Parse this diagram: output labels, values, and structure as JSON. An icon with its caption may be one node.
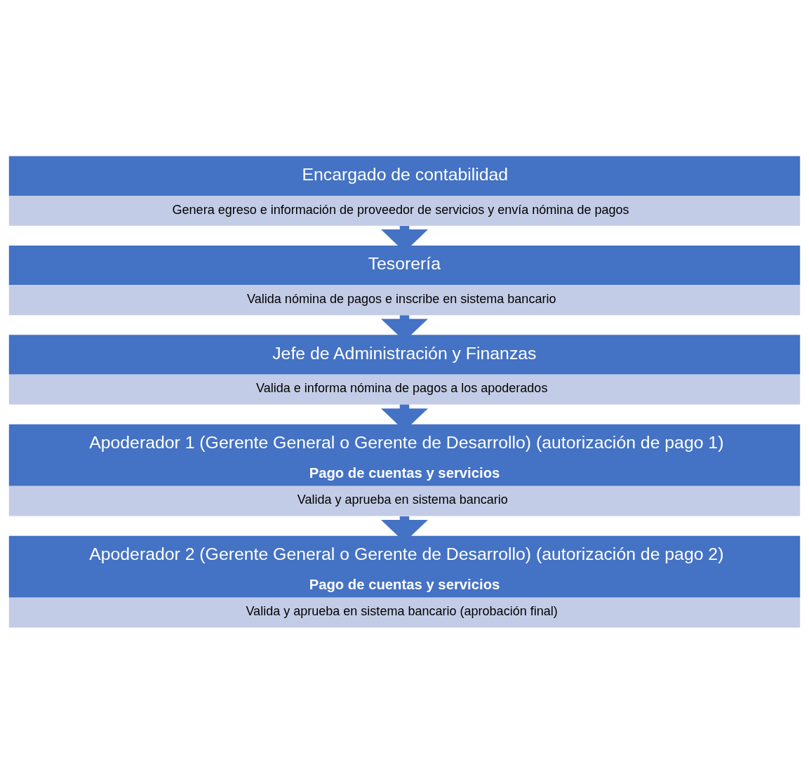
{
  "diagram": {
    "nodes": [
      {
        "text": [
          "Encargado de contabilidad",
          "Genera egreso e información de proveedor de servicios y envía nómina de pagos"
        ]
      },
      {
        "text": [
          "Tesorería",
          "Valida nómina de pagos e inscribe en sistema bancario"
        ]
      },
      {
        "text": [
          "Jefe de Administración y Finanzas",
          "Valida e informa nómina de pagos a los apoderados"
        ]
      },
      {
        "text": [
          "Apoderador 1 (Gerente General o Gerente de Desarrollo) (autorización de pago 1)",
          "Pago de cuentas y servicios",
          "Valida y aprueba en sistema bancario"
        ]
      },
      {
        "text": [
          "Apoderador 2 (Gerente General o Gerente de Desarrollo) (autorización de pago 2)",
          "Pago de cuentas y servicios",
          "Valida y aprueba en sistema bancario (aprobación final)"
        ]
      }
    ],
    "edges": [
      {
        "from": 0,
        "to": 1,
        "arrow": "to"
      },
      {
        "from": 1,
        "to": 2,
        "arrow": "to"
      },
      {
        "from": 2,
        "to": 3,
        "arrow": "to"
      },
      {
        "from": 3,
        "to": 4,
        "arrow": "to"
      }
    ]
  }
}
